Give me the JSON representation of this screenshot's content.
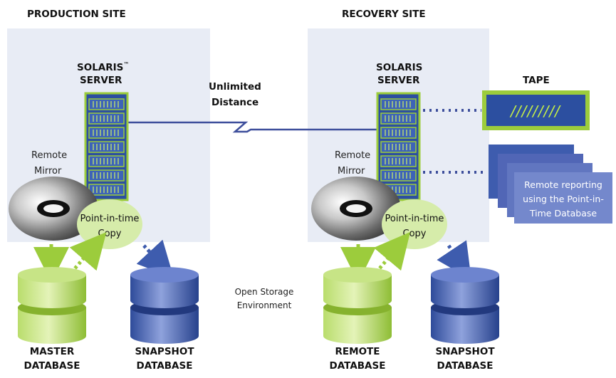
{
  "sites": {
    "production": {
      "header": "PRODUCTION SITE",
      "server_line1": "SOLARIS",
      "server_trademark": "™",
      "server_line2": "SERVER",
      "mirror_line1": "Remote",
      "mirror_line2": "Mirror",
      "pit_line1": "Point-in-time",
      "pit_line2": "Copy",
      "db_left_line1": "MASTER",
      "db_left_line2": "DATABASE",
      "db_right_line1": "SNAPSHOT",
      "db_right_line2": "DATABASE"
    },
    "recovery": {
      "header": "RECOVERY SITE",
      "server_line1": "SOLARIS",
      "server_line2": "SERVER",
      "mirror_line1": "Remote",
      "mirror_line2": "Mirror",
      "pit_line1": "Point-in-time",
      "pit_line2": "Copy",
      "db_left_line1": "REMOTE",
      "db_left_line2": "DATABASE",
      "db_right_line1": "SNAPSHOT",
      "db_right_line2": "DATABASE"
    }
  },
  "link": {
    "line1": "Unlimited",
    "line2": "Distance"
  },
  "storage": {
    "line1": "Open Storage",
    "line2": "Environment"
  },
  "tape": {
    "title": "TAPE",
    "marks": "/////////"
  },
  "reporting": {
    "line1": "Remote reporting",
    "line2": "using the Point-in-",
    "line3": "Time Database"
  },
  "colors": {
    "site_panel": "#e8ecf5",
    "server_body": "#2c4fa0",
    "server_border": "#9ccc3c",
    "link_line": "#3e4f9c",
    "green": "#9ccc3c",
    "green_light": "#d6ecaa",
    "blue_db": "#3e5cae",
    "report_stack": "#6f84c9",
    "tape_body": "#2c4fa0"
  }
}
